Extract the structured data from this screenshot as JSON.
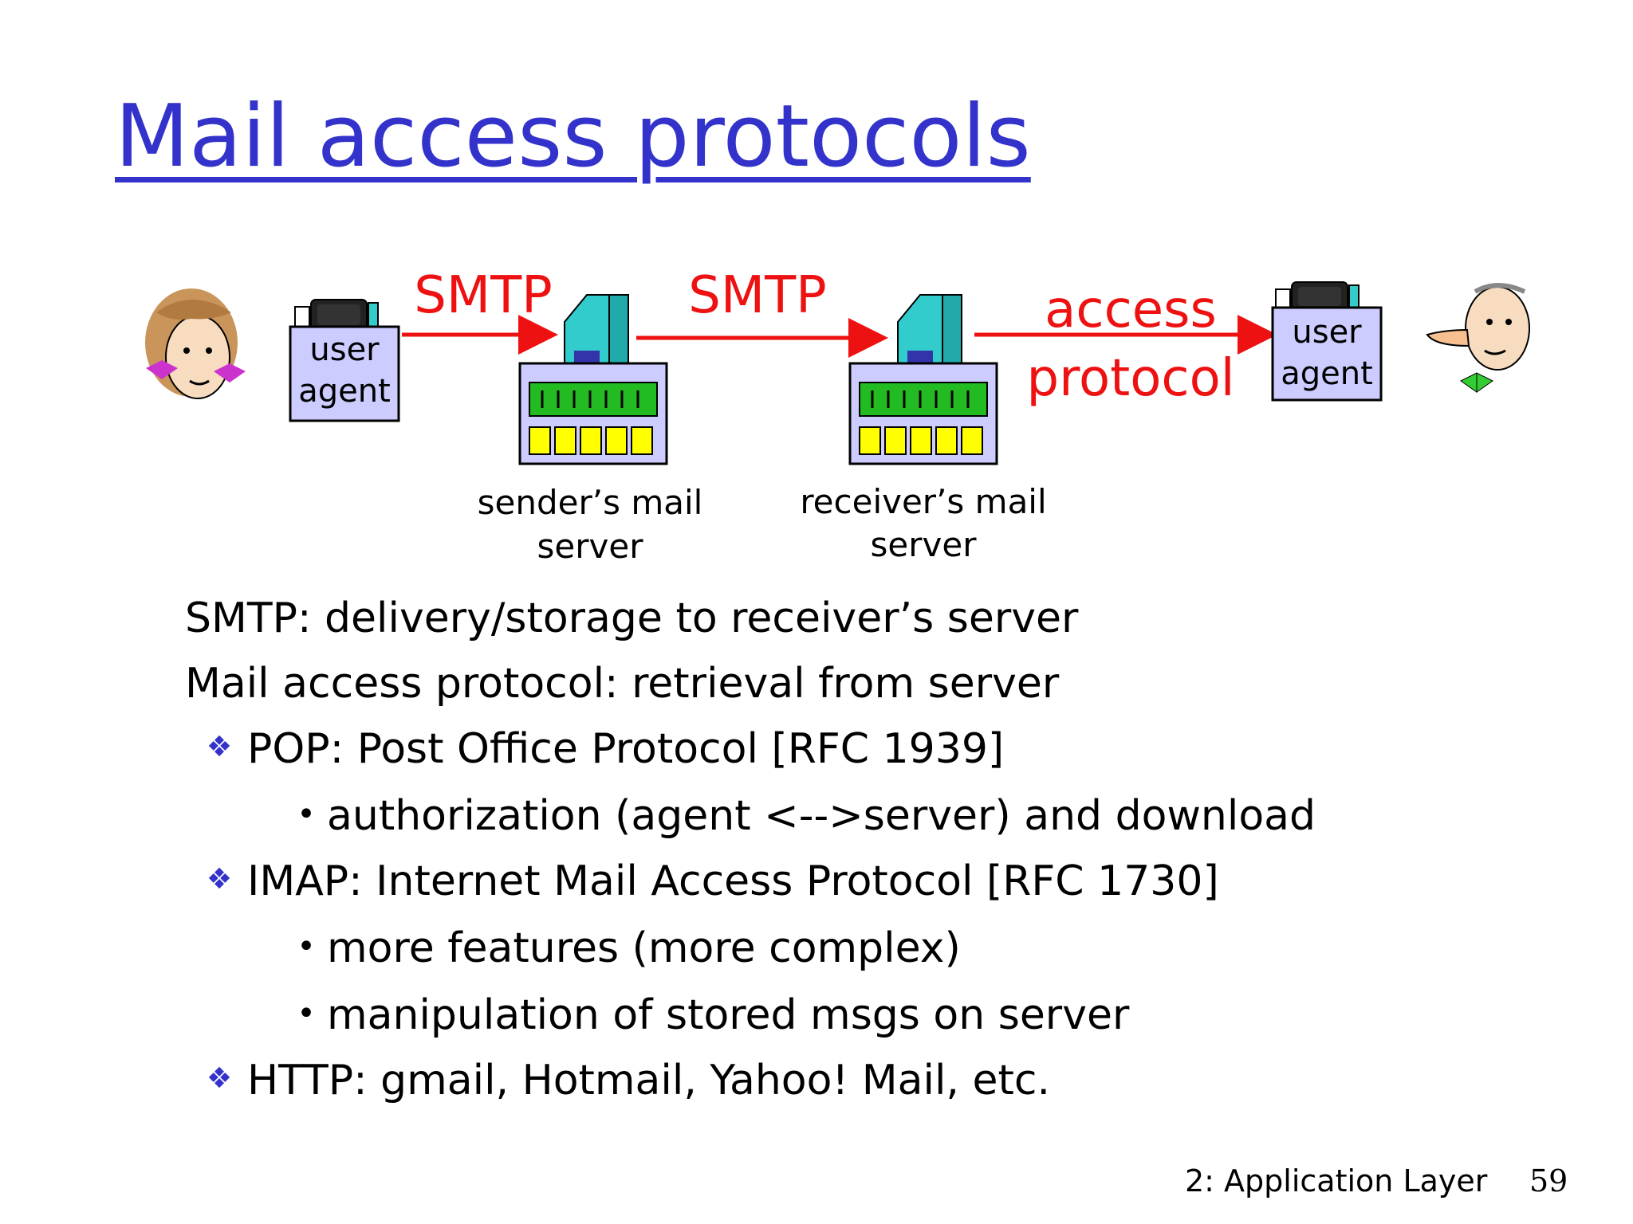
{
  "title": "Mail access protocols",
  "diagram": {
    "arrow_label_1": "SMTP",
    "arrow_label_2": "SMTP",
    "access_label_line1": "access",
    "access_label_line2": "protocol",
    "sender_agent_line1": "user",
    "sender_agent_line2": "agent",
    "receiver_agent_line1": "user",
    "receiver_agent_line2": "agent",
    "sender_server_line1": "sender’s mail",
    "sender_server_line2": "server",
    "receiver_server_line1": "receiver’s mail",
    "receiver_server_line2": "server",
    "colors": {
      "arrow": "#ee1111",
      "agent_box": "#ccccff",
      "server_body": "#ccccff",
      "server_display": "#22bb22",
      "server_slots": "#ffff00",
      "server_tower": "#33cccc"
    }
  },
  "bullets": {
    "line1": "SMTP: delivery/storage to receiver’s server",
    "line2": "Mail access protocol: retrieval from server",
    "pop": "POP: Post Office Protocol [RFC 1939]",
    "pop_sub1": "authorization (agent <-->server) and download",
    "imap": "IMAP: Internet Mail Access Protocol [RFC 1730]",
    "imap_sub1": "more features (more complex)",
    "imap_sub2": "manipulation of stored msgs on server",
    "http": "HTTP: gmail, Hotmail, Yahoo! Mail, etc."
  },
  "footer": {
    "chapter": "2: Application Layer",
    "page": "59"
  }
}
